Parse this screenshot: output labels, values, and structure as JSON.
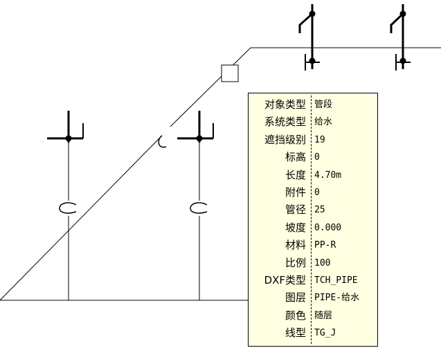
{
  "tooltip": {
    "rows": [
      {
        "label": "对象类型",
        "value": "管段"
      },
      {
        "label": "系统类型",
        "value": "给水"
      },
      {
        "label": "遮挡级别",
        "value": "19"
      },
      {
        "label": "标高",
        "value": "0"
      },
      {
        "label": "长度",
        "value": "4.70m"
      },
      {
        "label": "附件",
        "value": "0"
      },
      {
        "label": "管径",
        "value": "25"
      },
      {
        "label": "坡度",
        "value": "0.000"
      },
      {
        "label": "材料",
        "value": "PP-R"
      },
      {
        "label": "比例",
        "value": "100"
      },
      {
        "label": "DXF类型",
        "value": "TCH_PIPE"
      },
      {
        "label": "图层",
        "value": "PIPE-给水"
      },
      {
        "label": "颜色",
        "value": "随层"
      },
      {
        "label": "线型",
        "value": "TG_J"
      }
    ]
  },
  "colors": {
    "background": "#ffffff",
    "line": "#000000",
    "tooltip_bg": "#ffffe1"
  },
  "icons": [
    "sprinkler-icon",
    "crossover-arc-icon",
    "selection-grip-icon"
  ]
}
